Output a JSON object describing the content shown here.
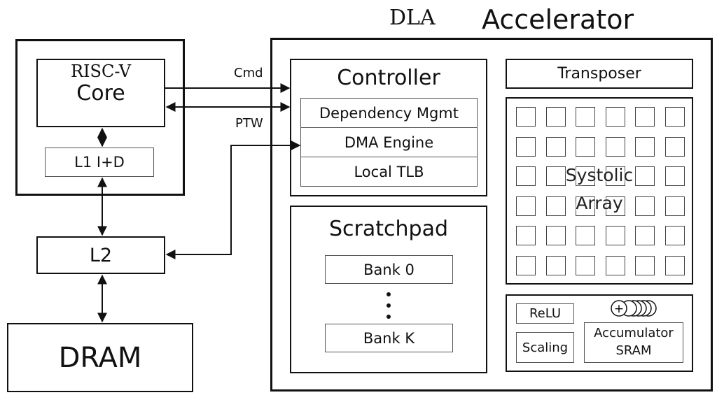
{
  "title_dla": "DLA",
  "title_accelerator": "Accelerator",
  "cpu": {
    "core_line1": "RISC-V",
    "core_line2": "Core",
    "l1": "L1 I+D"
  },
  "l2": "L2",
  "dram": "DRAM",
  "signals": {
    "cmd": "Cmd",
    "ptw": "PTW"
  },
  "controller": {
    "title": "Controller",
    "rows": [
      "Dependency Mgmt",
      "DMA Engine",
      "Local TLB"
    ]
  },
  "scratchpad": {
    "title": "Scratchpad",
    "bank_first": "Bank 0",
    "bank_last": "Bank K"
  },
  "transposer": "Transposer",
  "systolic": {
    "line1": "Systolic",
    "line2": "Array"
  },
  "post": {
    "relu": "ReLU",
    "scaling": "Scaling",
    "acc_line1": "Accumulator",
    "acc_line2": "SRAM",
    "adder_symbol": "+"
  }
}
